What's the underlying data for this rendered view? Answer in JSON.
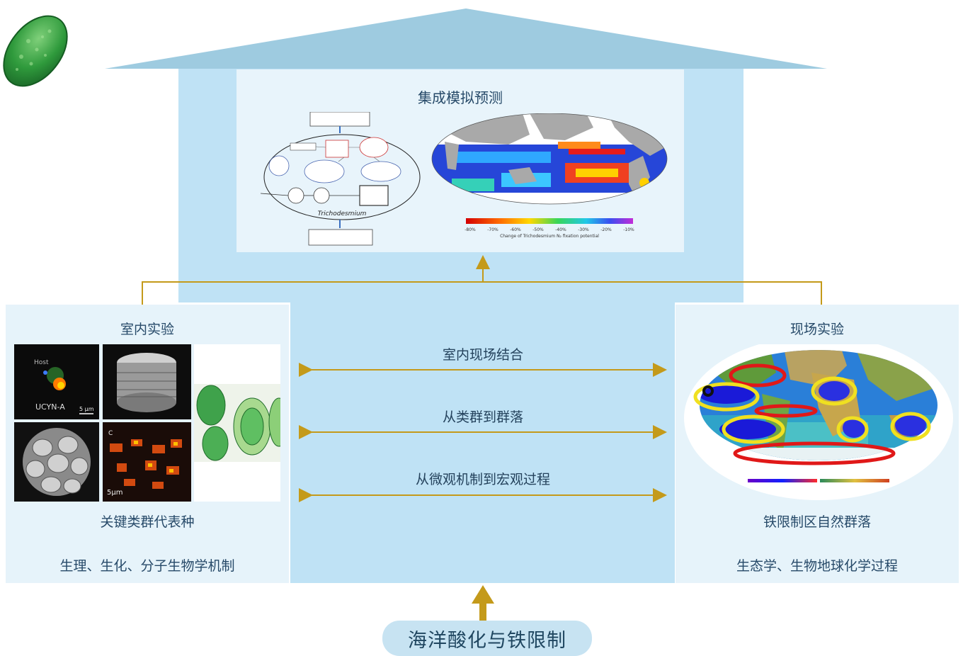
{
  "top_panel": {
    "title": "集成模拟预测",
    "cell_model_label": "Trichodesmium",
    "colorbar_caption": "Change of Trichodesmium N₂ fixation potential",
    "colorbar_ticks": [
      "-80%",
      "-70%",
      "-60%",
      "-50%",
      "-40%",
      "-30%",
      "-20%",
      "-10%"
    ]
  },
  "left_panel": {
    "title": "室内实验",
    "image_labels": [
      "Host",
      "UCYN-A",
      "5 μm",
      "C",
      "5μm"
    ],
    "subtitle": "关键类群代表种",
    "mechanism": "生理、生化、分子生物学机制"
  },
  "right_panel": {
    "title": "现场实验",
    "subtitle": "铁限制区自然群落",
    "process": "生态学、生物地球化学过程"
  },
  "middle": {
    "items": [
      "室内现场结合",
      "从类群到群落",
      "从微观机制到宏观过程"
    ]
  },
  "bottom": {
    "label": "海洋酸化与铁限制"
  },
  "colors": {
    "roof": "#9ecbe0",
    "body": "#bfe2f5",
    "panel": "#e8f4fb",
    "connector": "#c49a1a"
  }
}
